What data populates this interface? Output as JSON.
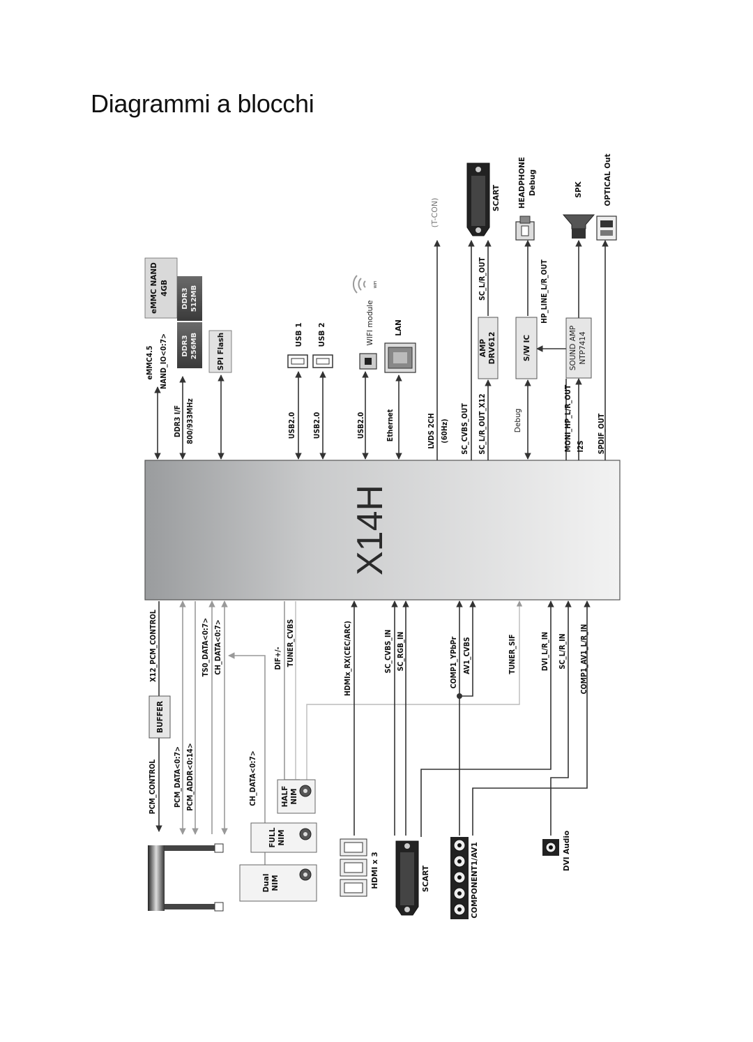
{
  "page": {
    "title": "Diagrammi a blocchi"
  },
  "soc": {
    "name": "X14H"
  },
  "top_blocks": {
    "emmc": "eMMC NAND",
    "emmc_size": "4GB",
    "ddr3_512": "DDR3",
    "ddr3_512_size": "512MB",
    "ddr3_256": "DDR3",
    "ddr3_256_size": "256MB",
    "spi_flash": "SPI Flash",
    "usb1": "USB 1",
    "usb2": "USB 2",
    "wifi": "WIFI module",
    "wifi_logo": "WIFI",
    "lan": "LAN",
    "tcon": "(T-CON)",
    "scart": "SCART",
    "headphone": "HEADPHONE",
    "headphone_sub": "Debug",
    "spk": "SPK",
    "optical": "OPTICAL Out",
    "amp": "AMP",
    "amp_part": "DRV612",
    "swic": "S/W IC",
    "sound_amp": "SOUND AMP",
    "sound_amp_part": "NTP7414"
  },
  "top_signals": {
    "emmc_a": "eMMC4.5",
    "emmc_b": "NAND_IO<0:7>",
    "ddr_a": "DDR3 I/F",
    "ddr_b": "800/933MHz",
    "usb1": "USB2.0",
    "usb2": "USB2.0",
    "wifi": "USB2.0",
    "ethernet": "Ethernet",
    "lvds_a": "LVDS 2CH",
    "lvds_b": "(60Hz)",
    "sc_cvbs": "SC_CVBS_OUT",
    "sc_lr_x12": "SC_L/R_OUT_X12",
    "sc_lr": "SC_L/R_OUT",
    "debug": "Debug",
    "hp_line": "HP_LINE_L/R_OUT",
    "moni": "MONI_HP_L/R_OUT",
    "i2s": "I2S",
    "spdif": "SPDIF_OUT"
  },
  "bottom_signals": {
    "x12_pcm": "X12_PCM_CONTROL",
    "ts0": "TS0_DATA<0:7>",
    "ch_data": "CH_DATA<0:7>",
    "dif": "DIF+/-",
    "tuner_cvbs": "TUNER_CVBS",
    "hdmi_rx": "HDMIx_RX(CEC/ARC)",
    "sc_cvbs_in": "SC_CVBS_IN",
    "sc_rgb_in": "SC_RGB_IN",
    "comp1": "COMP1_YPbPr",
    "av1_cvbs": "AV1_CVBS",
    "tuner_sif": "TUNER_SIF",
    "dvi_lr": "DVI_L/R_IN",
    "sc_lr_in": "SC_L/R_IN",
    "comp_av_lr": "COMP1_AV1_L/R_IN",
    "pcm_control": "PCM_CONTROL",
    "pcm_data": "PCM_DATA<0:7>",
    "pcm_addr": "PCM_ADDR<0:14>",
    "ch_data2": "CH_DATA<0:7>"
  },
  "bottom_blocks": {
    "buffer": "BUFFER",
    "half_nim_a": "HALF",
    "half_nim_b": "NIM",
    "full_nim_a": "FULL",
    "full_nim_b": "NIM",
    "dual_nim_a": "Dual",
    "dual_nim_b": "NIM",
    "hdmi": "HDMI x 3",
    "scart": "SCART",
    "component": "COMPONENT1/AV1",
    "dvi_audio": "DVI Audio"
  }
}
